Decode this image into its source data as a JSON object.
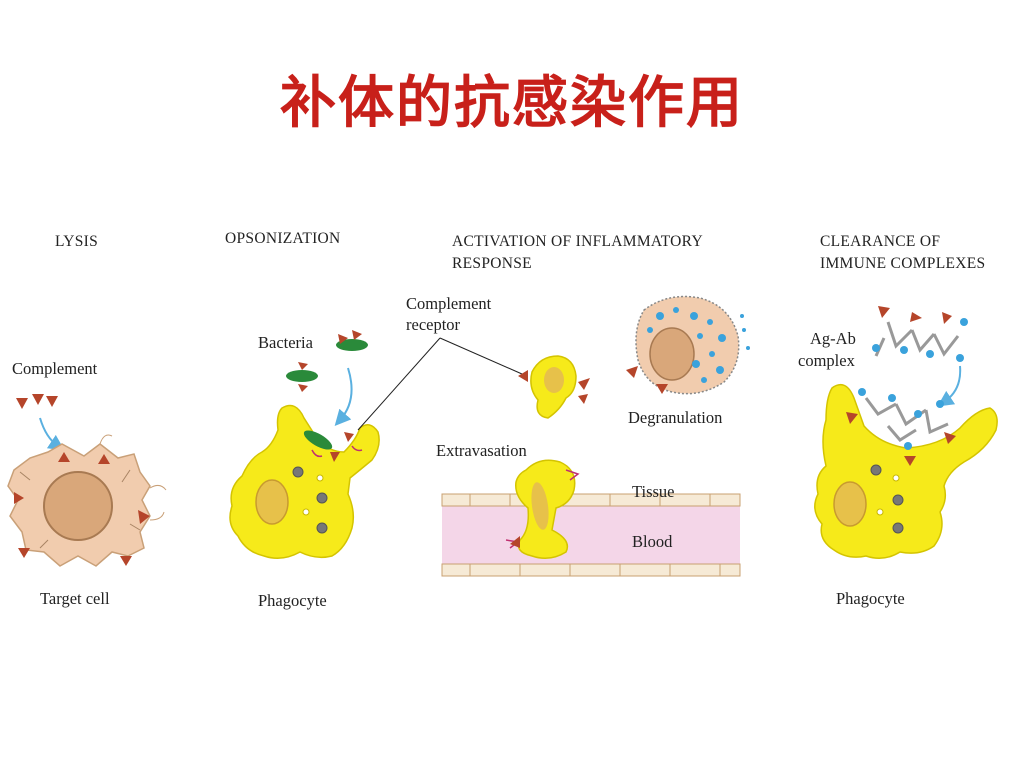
{
  "title": "补体的抗感染作用",
  "panels": {
    "lysis": {
      "heading": "LYSIS",
      "complement_label": "Complement",
      "target_label": "Target cell"
    },
    "opsonization": {
      "heading": "OPSONIZATION",
      "bacteria_label": "Bacteria",
      "phagocyte_label": "Phagocyte"
    },
    "activation": {
      "heading_line1": "ACTIVATION OF INFLAMMATORY",
      "heading_line2": "RESPONSE",
      "receptor_line1": "Complement",
      "receptor_line2": "receptor",
      "degranulation_label": "Degranulation",
      "extravasation_label": "Extravasation",
      "tissue_label": "Tissue",
      "blood_label": "Blood"
    },
    "clearance": {
      "heading_line1": "CLEARANCE OF",
      "heading_line2": "IMMUNE COMPLEXES",
      "agab_line1": "Ag-Ab",
      "agab_line2": "complex",
      "phagocyte_label": "Phagocyte"
    }
  },
  "colors": {
    "title": "#c8201a",
    "phagocyte": "#f6ea1a",
    "target_cell": "#f1ccae",
    "complement": "#b5452a",
    "bacteria": "#2a8a3a",
    "blood": "#f4d6e8",
    "antigen": "#3aa2dc"
  }
}
